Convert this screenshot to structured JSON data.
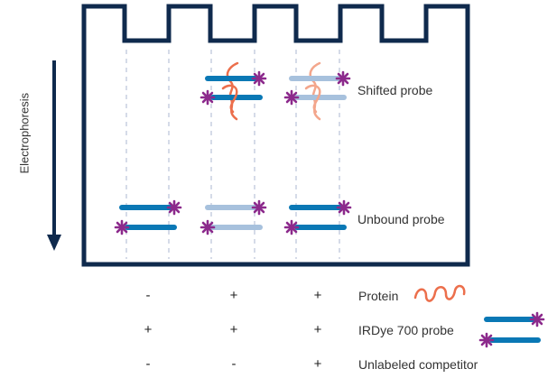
{
  "axis_label": "Electrophoresis",
  "band_labels": {
    "shifted": "Shifted probe",
    "unbound": "Unbound probe"
  },
  "legend_rows": [
    {
      "label": "Protein",
      "lanes": [
        "-",
        "+",
        "+"
      ]
    },
    {
      "label": "IRDye 700 probe",
      "lanes": [
        "+",
        "+",
        "+"
      ]
    },
    {
      "label": "Unlabeled competitor",
      "lanes": [
        "-",
        "-",
        "+"
      ]
    }
  ],
  "colors": {
    "gel_outline": "#0f2a4d",
    "probe_dark": "#0a78b5",
    "probe_light": "#a7c1dd",
    "dye_star": "#8c2a8c",
    "protein": "#ec6f4c",
    "protein_light": "#f3a68c",
    "lane_guide": "#c7cfe0"
  }
}
